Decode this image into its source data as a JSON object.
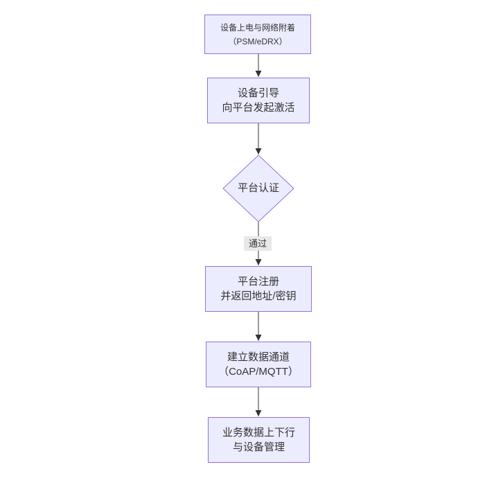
{
  "diagram": {
    "type": "flowchart-top-down",
    "nodes": [
      {
        "id": "power-on-attach",
        "shape": "rect",
        "label": "设备上电与网络附着\n（PSM/eDRX）"
      },
      {
        "id": "bootstrap",
        "shape": "rect",
        "label": "设备引导\n向平台发起激活"
      },
      {
        "id": "platform-auth",
        "shape": "diamond",
        "label": "平台认证"
      },
      {
        "id": "register",
        "shape": "rect",
        "label": "平台注册\n并返回地址/密钥"
      },
      {
        "id": "data-channel",
        "shape": "rect",
        "label": "建立数据通道\n（CoAP/MQTT）"
      },
      {
        "id": "business-data",
        "shape": "rect",
        "label": "业务数据上下行\n与设备管理"
      }
    ],
    "edges": [
      {
        "from": "power-on-attach",
        "to": "bootstrap",
        "label": ""
      },
      {
        "from": "bootstrap",
        "to": "platform-auth",
        "label": ""
      },
      {
        "from": "platform-auth",
        "to": "register",
        "label": "通过"
      },
      {
        "from": "register",
        "to": "data-channel",
        "label": ""
      },
      {
        "from": "data-channel",
        "to": "business-data",
        "label": ""
      }
    ]
  },
  "theme": {
    "canvas_bg": "#ffffff",
    "node_fill": "#ECECFF",
    "node_border": "#9370DB",
    "edge_color": "#333333",
    "edge_label_bg": "#e8e8e8",
    "text_color": "#333333"
  }
}
